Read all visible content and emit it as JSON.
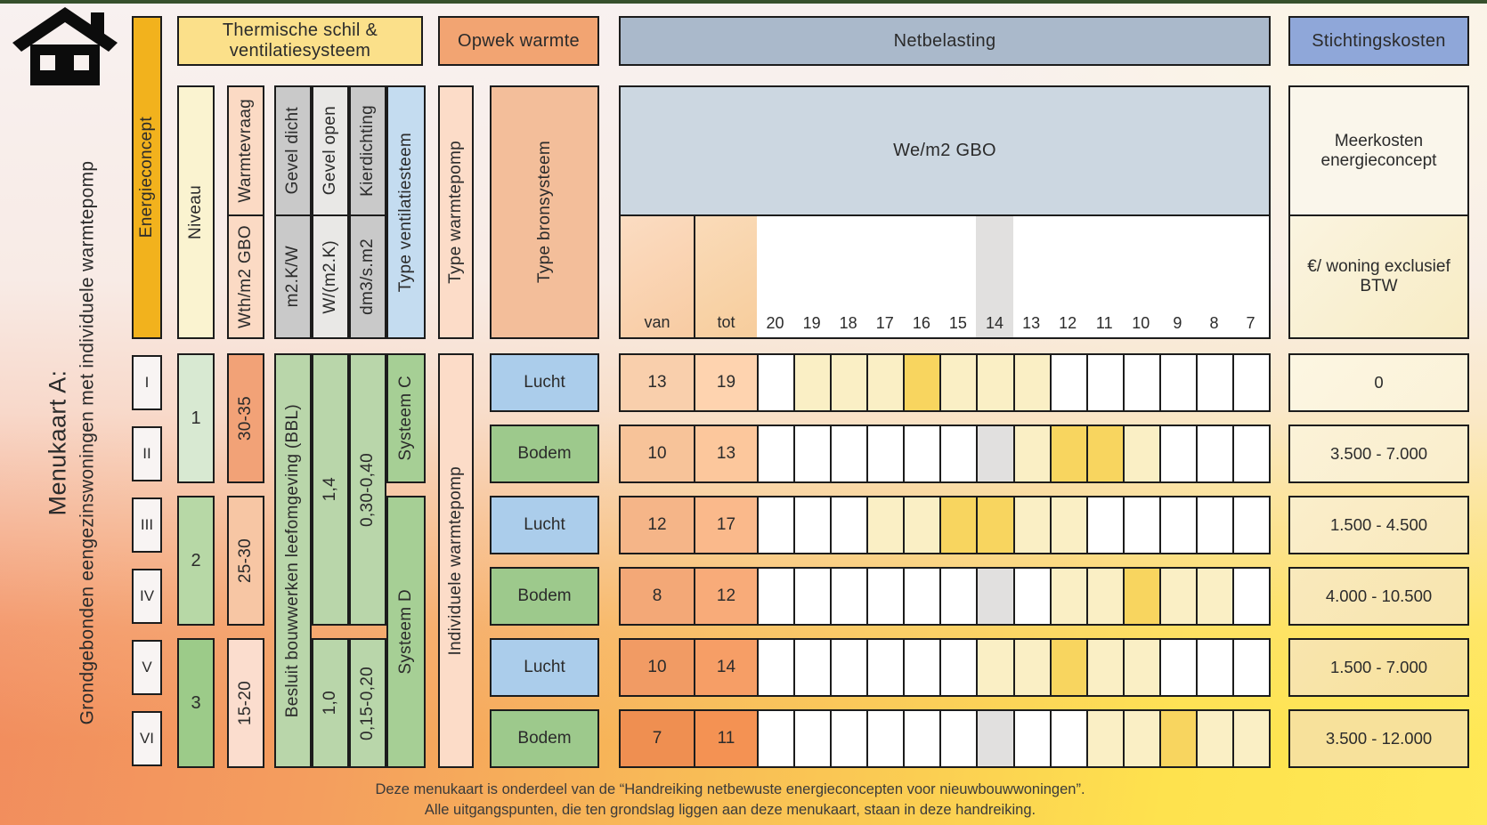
{
  "side": {
    "title": "Menukaart A:",
    "subtitle": "Grondgebonden eengezinswoningen met individuele warmtepomp"
  },
  "headers": {
    "energieconcept": "Energieconcept",
    "thermische": "Thermische schil & ventilatiesysteem",
    "opwek": "Opwek warmte",
    "netbelasting": "Netbelasting",
    "stichtingskosten": "Stichtingskosten"
  },
  "columns": {
    "niveau": "Niveau",
    "warmtevraag": "Warmtevraag",
    "warmtevraag_unit": "Wth/m2 GBO",
    "gevel_dicht": "Gevel dicht",
    "gevel_dicht_unit": "m2.K/W",
    "gevel_open": "Gevel open",
    "gevel_open_unit": "W/(m2.K)",
    "kierdichting": "Kierdichting",
    "kierdichting_unit": "dm3/s.m2",
    "ventilatie": "Type ventilatiesteem",
    "warmtepomp": "Type warmtepomp",
    "bronsysteem": "Type bronsysteem",
    "netbelasting_unit": "We/m2 GBO",
    "van": "van",
    "tot": "tot",
    "kosten_title": "Meerkosten energieconcept",
    "kosten_unit": "€/ woning exclusief BTW"
  },
  "scale": {
    "numbers": [
      20,
      19,
      18,
      17,
      16,
      15,
      14,
      13,
      12,
      11,
      10,
      9,
      8,
      7
    ],
    "gray_value": 14
  },
  "groups": {
    "niveau": [
      {
        "label": "1",
        "row_start": 0,
        "row_end": 1
      },
      {
        "label": "2",
        "row_start": 2,
        "row_end": 3
      },
      {
        "label": "3",
        "row_start": 4,
        "row_end": 5
      }
    ],
    "warmtevraag": [
      {
        "label": "30-35",
        "row_start": 0,
        "row_end": 1
      },
      {
        "label": "25-30",
        "row_start": 2,
        "row_end": 3
      },
      {
        "label": "15-20",
        "row_start": 4,
        "row_end": 5
      }
    ],
    "gevel_dicht": [
      {
        "label": "Besluit bouwwerken leefomgeving (BBL)",
        "row_start": 0,
        "row_end": 5
      }
    ],
    "gevel_open": [
      {
        "label": "1,4",
        "row_start": 0,
        "row_end": 3
      },
      {
        "label": "1,0",
        "row_start": 4,
        "row_end": 5
      }
    ],
    "kierdichting": [
      {
        "label": "0,30-0,40",
        "row_start": 0,
        "row_end": 3
      },
      {
        "label": "0,15-0,20",
        "row_start": 4,
        "row_end": 5
      }
    ],
    "ventilatie": [
      {
        "label": "Systeem C",
        "row_start": 0,
        "row_end": 1
      },
      {
        "label": "Systeem D",
        "row_start": 2,
        "row_end": 5
      }
    ],
    "warmtepomp": [
      {
        "label": "Individuele warmtepomp",
        "row_start": 0,
        "row_end": 5
      }
    ]
  },
  "rows": [
    {
      "concept": "I",
      "bron": "Lucht",
      "van": 13,
      "tot": 19,
      "dark": [
        16
      ],
      "kosten": "0"
    },
    {
      "concept": "II",
      "bron": "Bodem",
      "van": 10,
      "tot": 13,
      "dark": [
        12,
        11
      ],
      "kosten": "3.500 - 7.000"
    },
    {
      "concept": "III",
      "bron": "Lucht",
      "van": 12,
      "tot": 17,
      "dark": [
        15,
        14
      ],
      "kosten": "1.500 - 4.500"
    },
    {
      "concept": "IV",
      "bron": "Bodem",
      "van": 8,
      "tot": 12,
      "dark": [
        10
      ],
      "kosten": "4.000 - 10.500"
    },
    {
      "concept": "V",
      "bron": "Lucht",
      "van": 10,
      "tot": 14,
      "dark": [
        12
      ],
      "kosten": "1.500 - 7.000"
    },
    {
      "concept": "VI",
      "bron": "Bodem",
      "van": 7,
      "tot": 11,
      "dark": [
        9
      ],
      "kosten": "3.500 - 12.000"
    }
  ],
  "footer": {
    "line1": "Deze menukaart is onderdeel van de “Handreiking netbewuste energieconcepten voor nieuwbouwwoningen”.",
    "line2": "Alle uitgangspunten, die ten grondslag liggen aan deze menukaart, staan in deze handreiking."
  },
  "colors": {
    "gold": "#F2B21D",
    "header_yellow": "#FBE08A",
    "header_orange": "#F2A472",
    "header_bluegray": "#AAB9CB",
    "header_blue": "#8FA7D9",
    "we_box": "#CCD7E1",
    "niveau_header": "#FAF3D0",
    "warmtevraag_header": "#FBDAC4",
    "gray_col": "#C9C9C9",
    "gray_col_light": "#E9E8E6",
    "ventilatie_header": "#C4DCF0",
    "warmtepomp_header": "#FCDCC8",
    "bron_header": "#F3BE9A",
    "kosten_header_top": "#FAF6EB",
    "kosten_header_bottom": "#F8EFD2",
    "green": "#B9D6AA",
    "green_systeem": "#A6CF95",
    "lucht": "#ABCDEB",
    "bodem": "#9DC98C",
    "cell_light": "#FAEFC5",
    "cell_dark": "#F8D55F",
    "cell_gray": "#E1E0DF",
    "roman_bg": "#F8F4F3",
    "niveau_values": [
      "#D8E9D2",
      "#B7D8A6",
      "#9CCB89"
    ],
    "warmtevraag_values": [
      "#F2A277",
      "#F7C6A4",
      "#FBDDCE"
    ],
    "vantot_rows": [
      "#F9CFAC",
      "#F7C399",
      "#F5B588",
      "#F3A877",
      "#F19B64",
      "#EF8F51"
    ],
    "kosten_rows": [
      "#FCF6E2",
      "#FBF2D8",
      "#FAEECB",
      "#F9E9BC",
      "#F8E5AE",
      "#F7E19B"
    ]
  }
}
